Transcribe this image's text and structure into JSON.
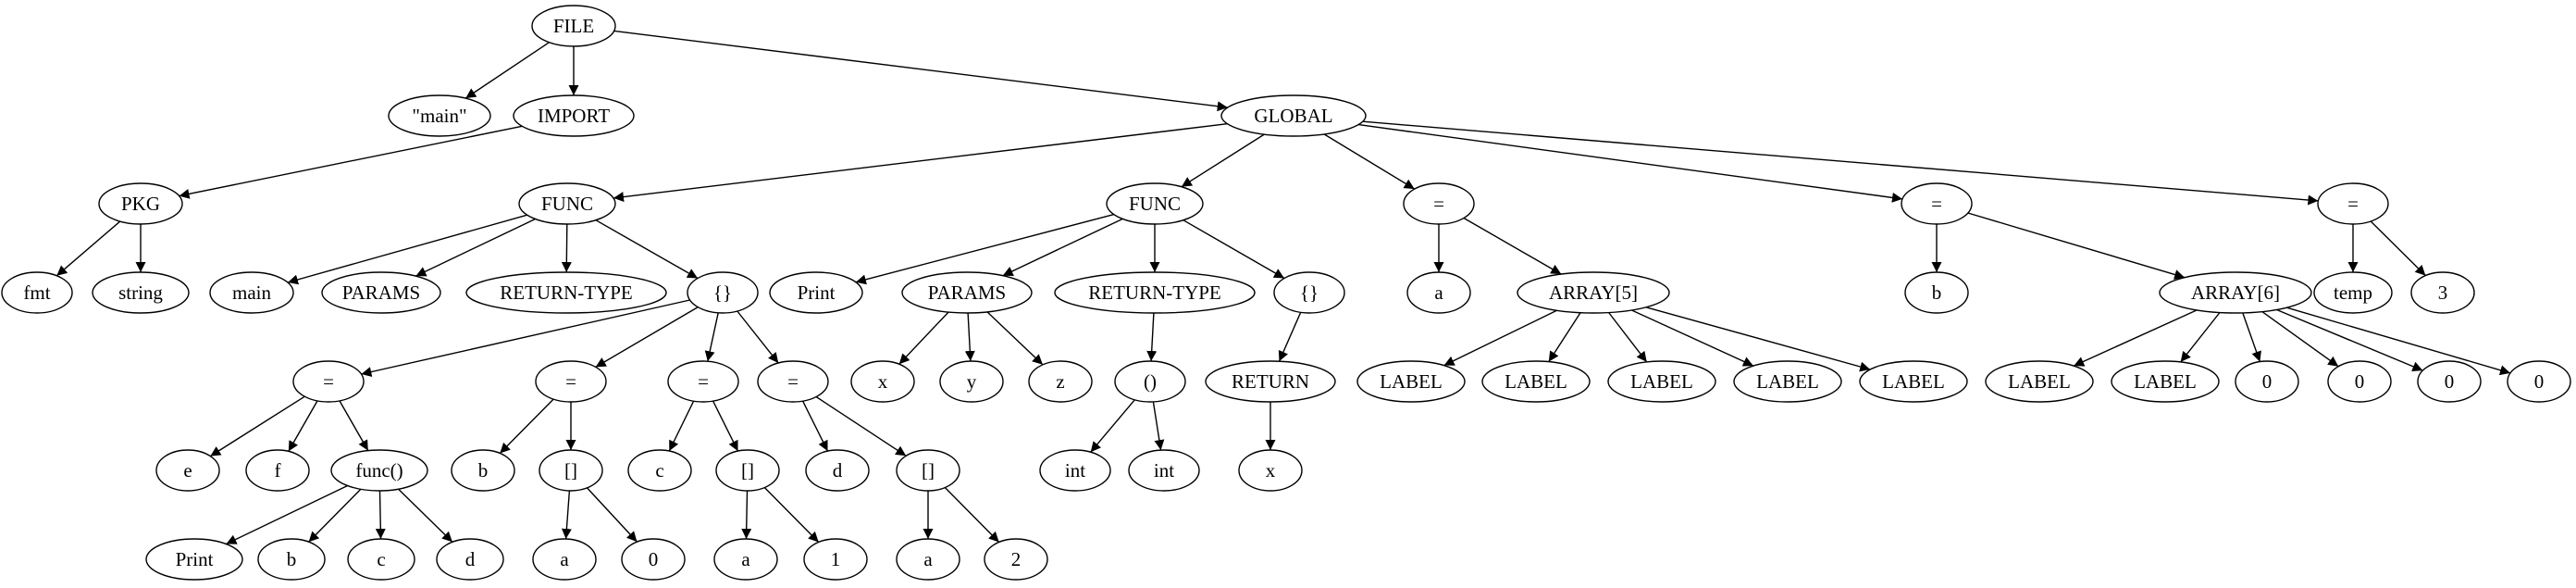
{
  "nodes": {
    "file": "FILE",
    "main_str": "\"main\"",
    "import": "IMPORT",
    "global": "GLOBAL",
    "pkg": "PKG",
    "fmt": "fmt",
    "string": "string",
    "func1": "FUNC",
    "func1_name": "main",
    "func1_params": "PARAMS",
    "func1_rettype": "RETURN-TYPE",
    "func1_block": "{}",
    "as1": "=",
    "as1_e": "e",
    "as1_f": "f",
    "as1_call": "func()",
    "call_print": "Print",
    "call_b": "b",
    "call_c": "c",
    "call_d": "d",
    "as2": "=",
    "as2_b": "b",
    "as2_idx": "[]",
    "as2_a": "a",
    "as2_0": "0",
    "as3": "=",
    "as3_c": "c",
    "as3_idx": "[]",
    "as3_a": "a",
    "as3_1": "1",
    "as4": "=",
    "as4_d": "d",
    "as4_idx": "[]",
    "as4_a": "a",
    "as4_2": "2",
    "func2": "FUNC",
    "func2_name": "Print",
    "func2_params": "PARAMS",
    "func2_x": "x",
    "func2_y": "y",
    "func2_z": "z",
    "func2_rettype": "RETURN-TYPE",
    "func2_tuple": "()",
    "func2_int1": "int",
    "func2_int2": "int",
    "func2_block": "{}",
    "func2_return": "RETURN",
    "func2_ret_x": "x",
    "g_as_a": "=",
    "g_a": "a",
    "arr5": "ARRAY[5]",
    "arr5_l1": "LABEL",
    "arr5_l2": "LABEL",
    "arr5_l3": "LABEL",
    "arr5_l4": "LABEL",
    "arr5_l5": "LABEL",
    "g_as_b": "=",
    "g_b": "b",
    "arr6": "ARRAY[6]",
    "arr6_l1": "LABEL",
    "arr6_l2": "LABEL",
    "arr6_z1": "0",
    "arr6_z2": "0",
    "arr6_z3": "0",
    "arr6_z4": "0",
    "g_as_temp": "=",
    "g_temp": "temp",
    "g_3": "3"
  }
}
